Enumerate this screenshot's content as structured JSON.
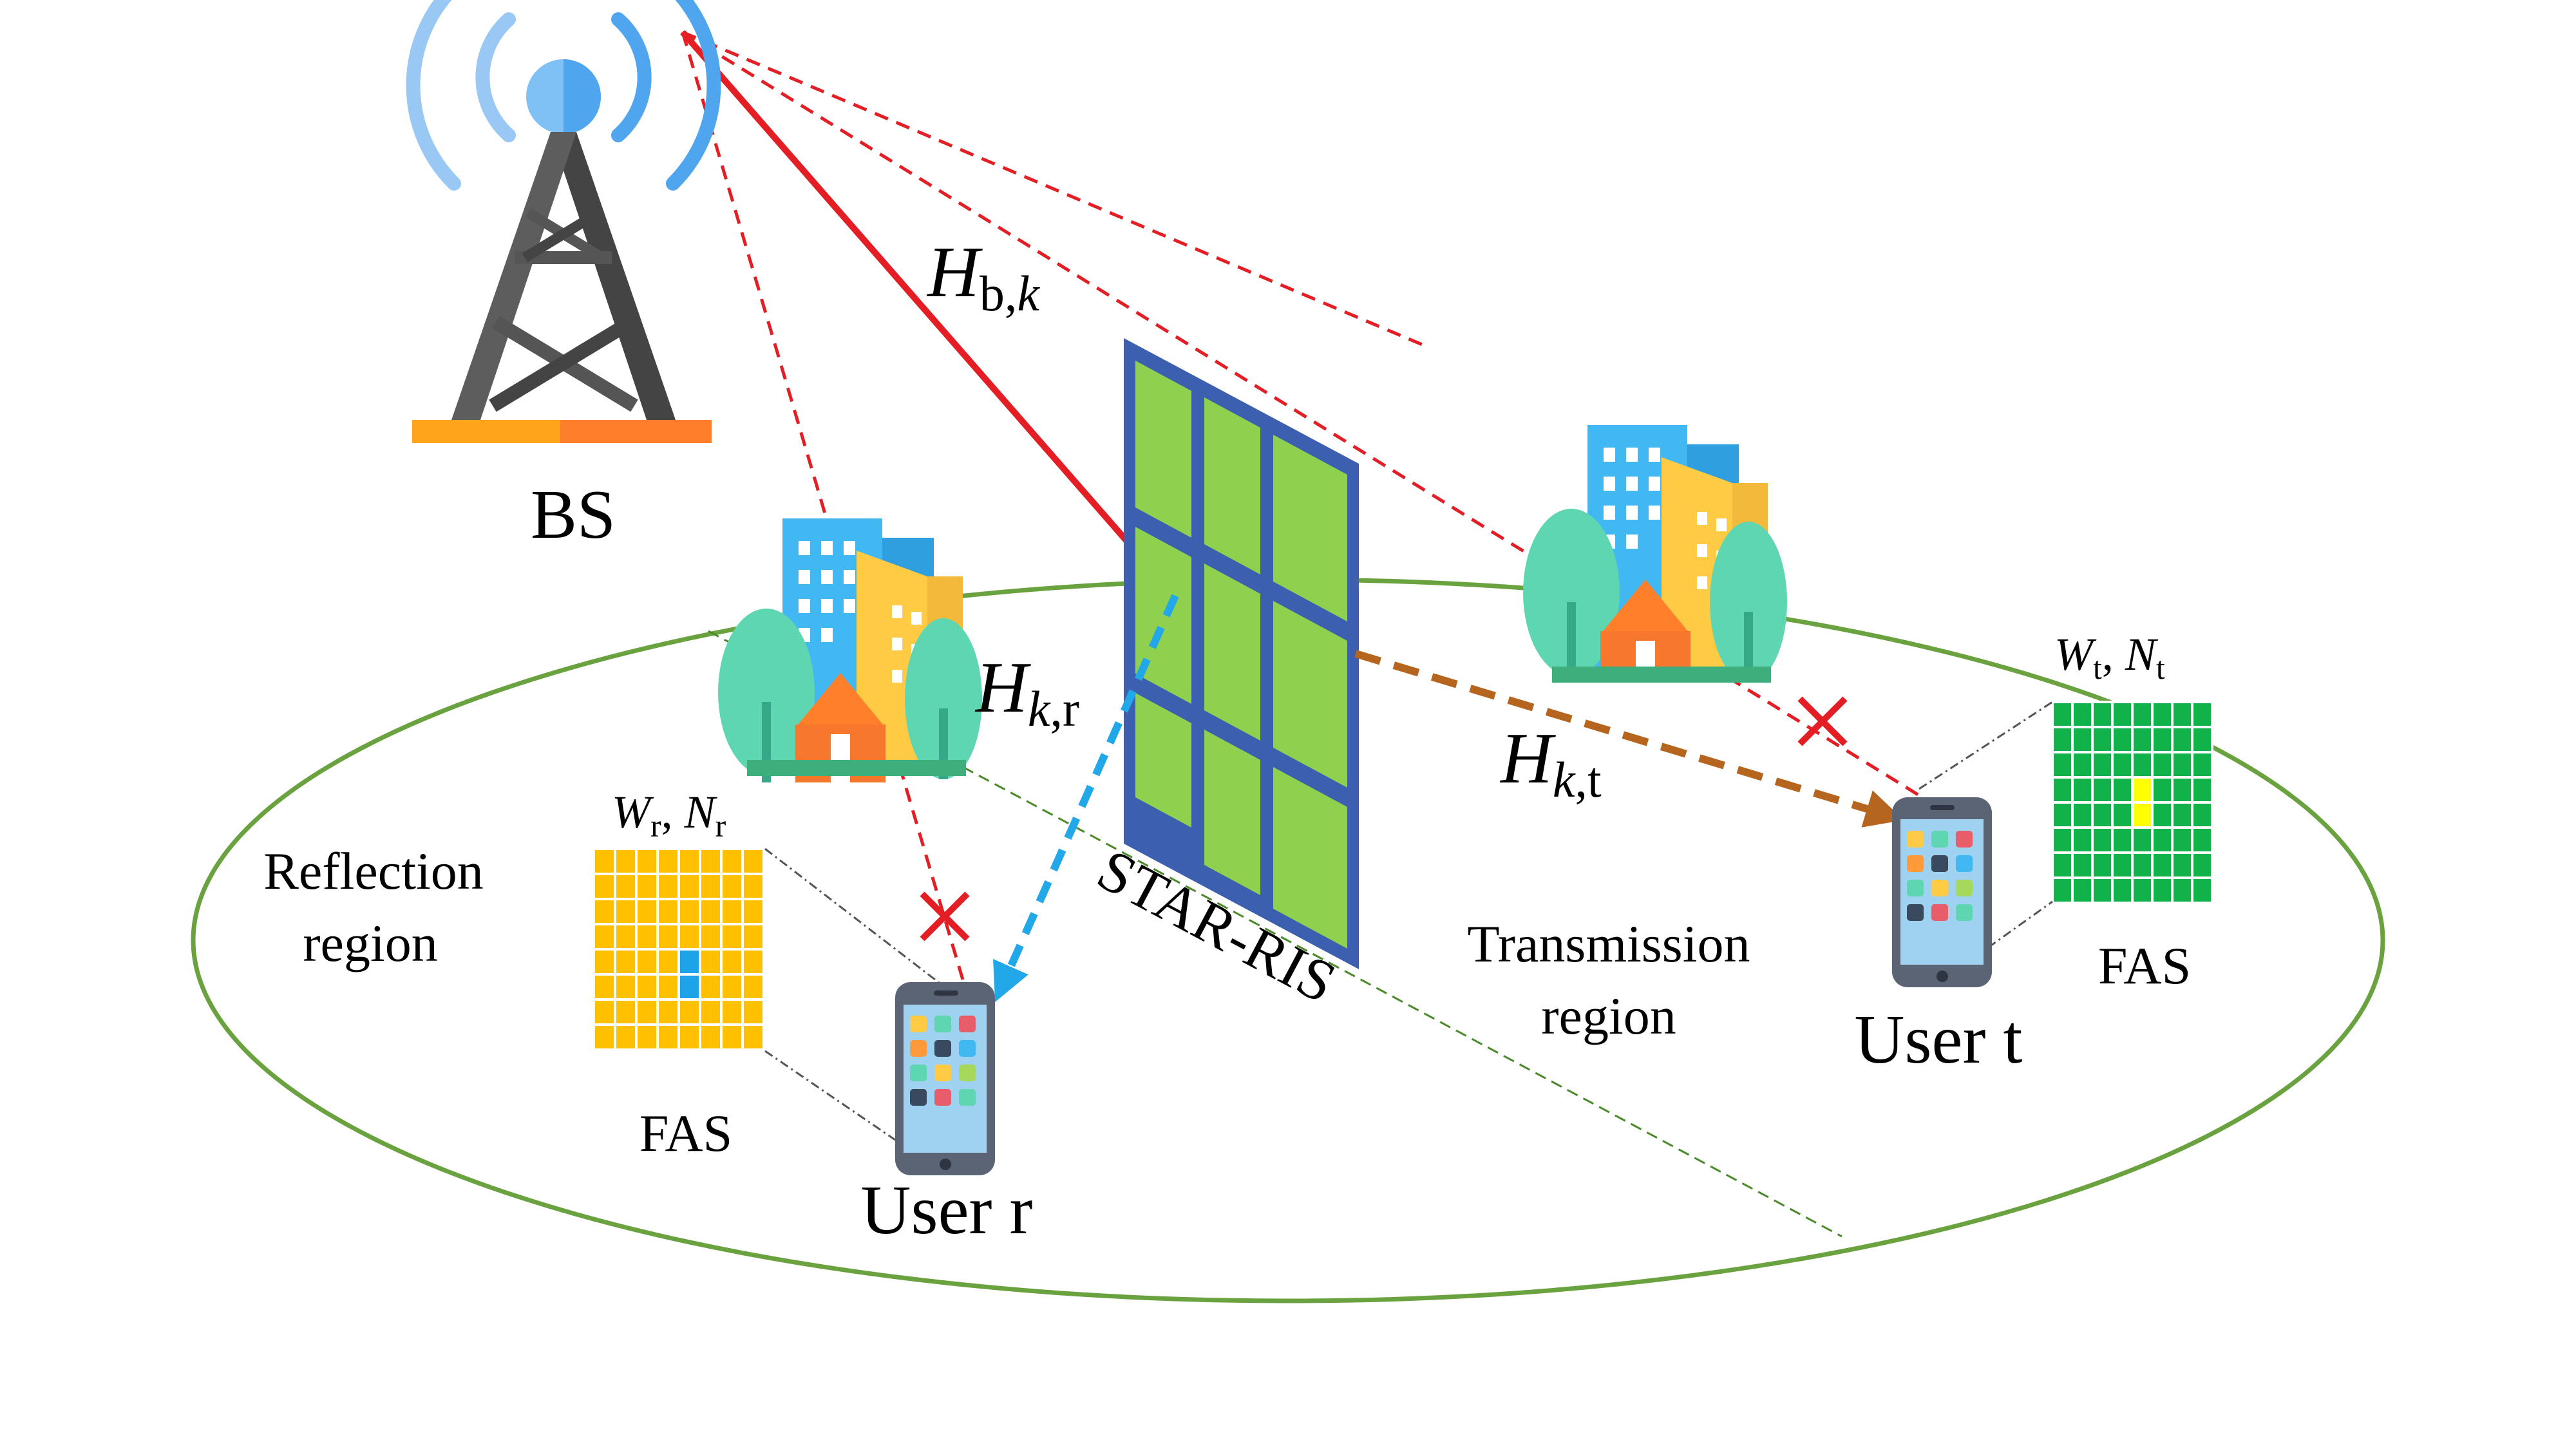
{
  "labels": {
    "bs": "BS",
    "star_ris": "STAR-RIS",
    "reflection_region_line1": "Reflection",
    "reflection_region_line2": "region",
    "transmission_region_line1": "Transmission",
    "transmission_region_line2": "region",
    "user_r": "User r",
    "user_t": "User t",
    "fas_r": "FAS",
    "fas_t": "FAS"
  },
  "channels": {
    "h_b_k": {
      "main": "H",
      "sub": "b,",
      "sub_ital": "k"
    },
    "h_k_r": {
      "main": "H",
      "sub_ital": "k",
      "sub": ",r"
    },
    "h_k_t": {
      "main": "H",
      "sub_ital": "k",
      "sub": ",t"
    }
  },
  "fas_params": {
    "r": {
      "w": "W",
      "w_sub": "r",
      "sep": ", ",
      "n": "N",
      "n_sub": "r"
    },
    "t": {
      "w": "W",
      "w_sub": "t",
      "sep": ", ",
      "n": "N",
      "n_sub": "t"
    }
  },
  "colors": {
    "direct_link": "#e31e24",
    "reflection_link": "#22a7e8",
    "transmission_link": "#b5651d",
    "blocked_link": "#e31e24",
    "region_ellipse": "#6aa23f",
    "ris_panel": "#8fd14f",
    "ris_frame": "#3d5fb0",
    "fas_r_cell": "#ffc000",
    "fas_r_active": "#1fa3e8",
    "fas_t_cell": "#12b24b",
    "fas_t_active": "#ffff00"
  }
}
